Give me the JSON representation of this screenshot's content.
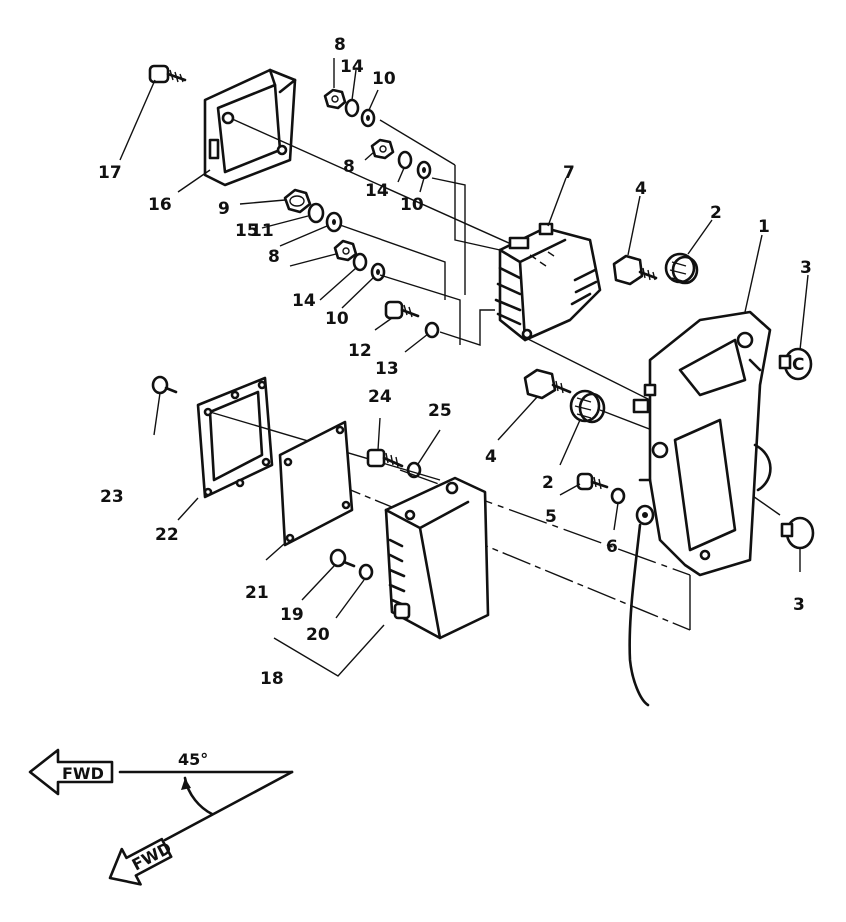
{
  "callouts": [
    {
      "id": "c1",
      "label": "1"
    },
    {
      "id": "c2a",
      "label": "2"
    },
    {
      "id": "c2b",
      "label": "2"
    },
    {
      "id": "c3a",
      "label": "3"
    },
    {
      "id": "c3b",
      "label": "3"
    },
    {
      "id": "c4a",
      "label": "4"
    },
    {
      "id": "c4b",
      "label": "4"
    },
    {
      "id": "c5",
      "label": "5"
    },
    {
      "id": "c6",
      "label": "6"
    },
    {
      "id": "c7",
      "label": "7"
    },
    {
      "id": "c8a",
      "label": "8"
    },
    {
      "id": "c8b",
      "label": "8"
    },
    {
      "id": "c8c",
      "label": "8"
    },
    {
      "id": "c9",
      "label": "9"
    },
    {
      "id": "c10a",
      "label": "10"
    },
    {
      "id": "c10b",
      "label": "10"
    },
    {
      "id": "c10c",
      "label": "10"
    },
    {
      "id": "c11",
      "label": "11"
    },
    {
      "id": "c12",
      "label": "12"
    },
    {
      "id": "c13",
      "label": "13"
    },
    {
      "id": "c14a",
      "label": "14"
    },
    {
      "id": "c14b",
      "label": "14"
    },
    {
      "id": "c14c",
      "label": "14"
    },
    {
      "id": "c15",
      "label": "15"
    },
    {
      "id": "c16",
      "label": "16"
    },
    {
      "id": "c17",
      "label": "17"
    },
    {
      "id": "c18",
      "label": "18"
    },
    {
      "id": "c19",
      "label": "19"
    },
    {
      "id": "c20",
      "label": "20"
    },
    {
      "id": "c21",
      "label": "21"
    },
    {
      "id": "c22",
      "label": "22"
    },
    {
      "id": "c23",
      "label": "23"
    },
    {
      "id": "c24",
      "label": "24"
    },
    {
      "id": "c25",
      "label": "25"
    }
  ],
  "orientation": {
    "arrow_upper_label": "FWD",
    "arrow_lower_label": "FWD",
    "angle_label": "45°"
  },
  "cap_letter": "C"
}
